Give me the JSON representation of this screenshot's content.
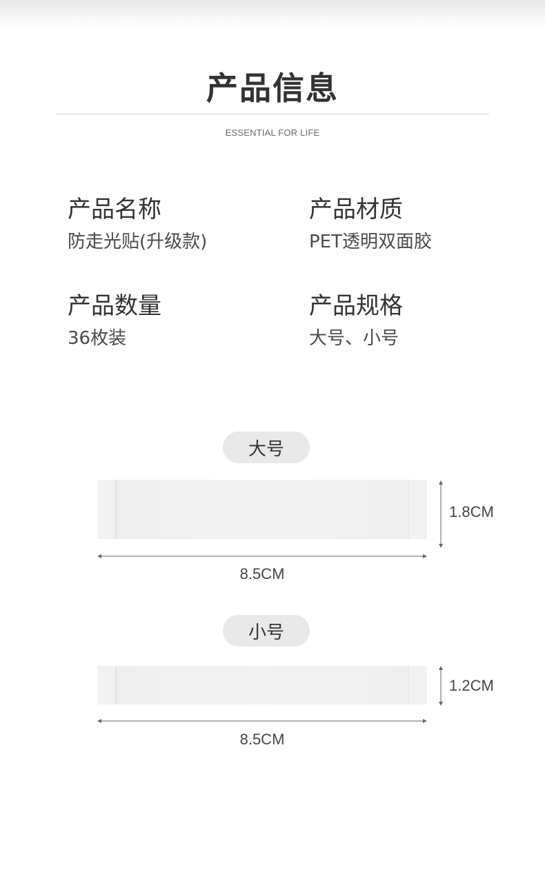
{
  "header": {
    "title": "产品信息",
    "subtitle": "ESSENTIAL FOR LIFE"
  },
  "info": {
    "name": {
      "label": "产品名称",
      "value": "防走光贴(升级款)"
    },
    "material": {
      "label": "产品材质",
      "value": "PET透明双面胶"
    },
    "quantity": {
      "label": "产品数量",
      "value": "36枚装"
    },
    "spec": {
      "label": "产品规格",
      "value": "大号、小号"
    }
  },
  "sizes": {
    "large": {
      "label": "大号",
      "width": "8.5CM",
      "height": "1.8CM"
    },
    "small": {
      "label": "小号",
      "width": "8.5CM",
      "height": "1.2CM"
    }
  }
}
